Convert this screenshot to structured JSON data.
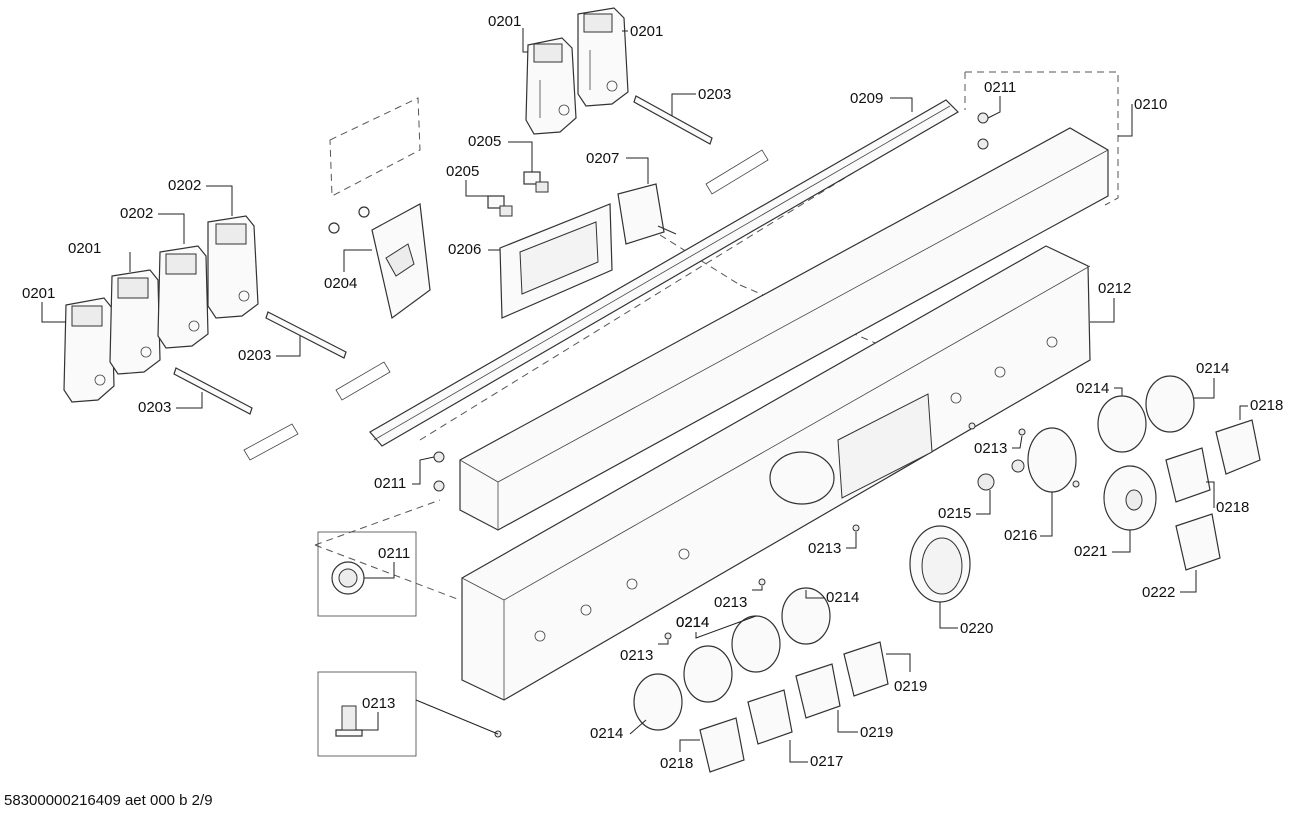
{
  "diagram": {
    "labels": [
      "0201",
      "0201",
      "0201",
      "0201",
      "0202",
      "0202",
      "0203",
      "0203",
      "0203",
      "0204",
      "0205",
      "0205",
      "0206",
      "0207",
      "0209",
      "0210",
      "0211",
      "0211",
      "0211",
      "0212",
      "0213",
      "0213",
      "0213",
      "0213",
      "0213",
      "0214",
      "0214",
      "0214",
      "0214",
      "0214",
      "0214",
      "0215",
      "0216",
      "0217",
      "0218",
      "0218",
      "0218",
      "0219",
      "0219",
      "0220",
      "0221",
      "0222"
    ]
  },
  "footer": {
    "doc_id": "58300000216409 aet 000 b 2/9"
  }
}
